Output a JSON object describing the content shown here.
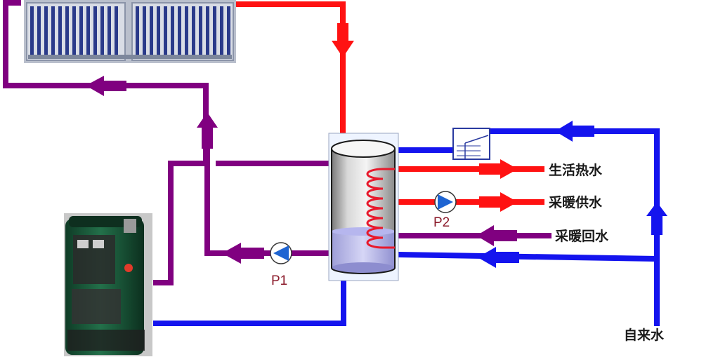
{
  "labels": {
    "domestic_hot_water": "生活热水",
    "heating_supply": "采暖供水",
    "heating_return": "采暖回水",
    "tap_water": "自来水",
    "pump1": "P1",
    "pump2": "P2"
  },
  "colors": {
    "hot": "#ff1212",
    "cold": "#1414ee",
    "return": "#800080",
    "coil": "#e8192c",
    "pump_blue": "#1e64d2",
    "pump_label": "#8b1a2a"
  },
  "icons": {
    "solar_collector": "solar-collector-icon",
    "boiler": "boiler-icon",
    "storage_tank": "storage-tank-icon",
    "mixing_valve": "mixing-valve-icon",
    "pump": "pump-icon"
  }
}
